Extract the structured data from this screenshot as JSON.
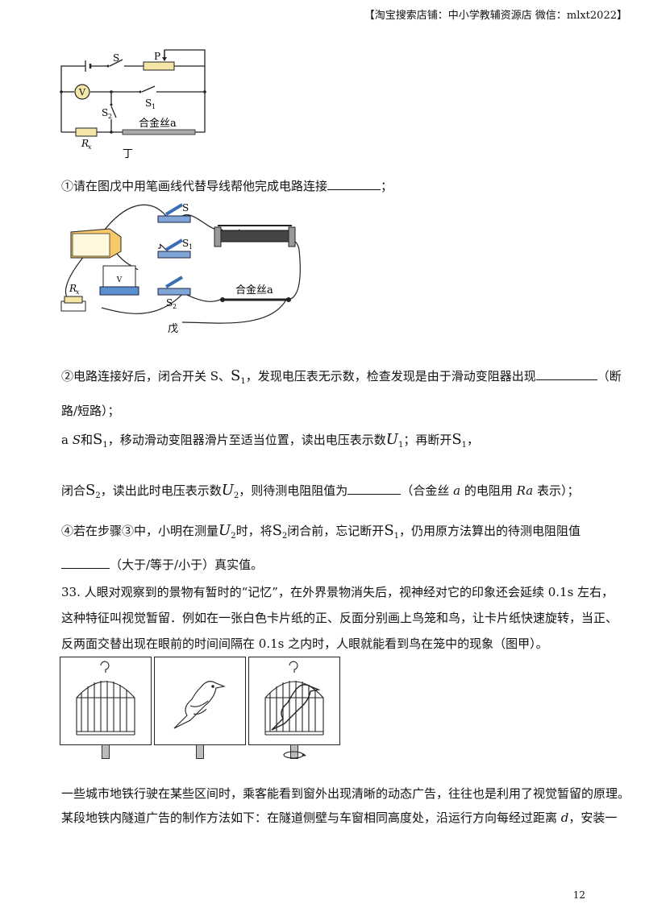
{
  "header": "【淘宝搜索店铺：中小学教辅资源店  微信：mlxt2022】",
  "fig_ding": {
    "label": "丁",
    "S": "S",
    "P": "P",
    "V": "V",
    "S1": "S",
    "S1sub": "1",
    "S2": "S",
    "S2sub": "2",
    "Rx": "R",
    "Rxsub": "x",
    "alloy": "合金丝a"
  },
  "q1": {
    "text": "①请在图戊中用笔画线代替导线帮他完成电路连接",
    "end": "；"
  },
  "fig_wu": {
    "label": "戊",
    "S": "S",
    "S1": "S",
    "S1sub": "1",
    "S2": "S",
    "S2sub": "2",
    "Rx": "R",
    "Rxsub": "x",
    "alloy": "合金丝a",
    "V": "V"
  },
  "q2": {
    "a": "②电路连接好后，闭合开关 S、",
    "s": "S",
    "ssub": "1",
    "b": "，发现电压表无示数，检查发现是由于滑动变阻器出现",
    "c": "（断",
    "line2": "路/短路）；"
  },
  "q3": {
    "a": "a",
    "S": "S",
    "and": "和",
    "s1": "S",
    "s1sub": "1",
    "b": "，移动滑动变阻器滑片至适当位置，读出电压表示数",
    "U1": "U",
    "U1sub": "1",
    "c": "；再断开",
    "s1b": "S",
    "s1bsub": "1",
    "d": "，",
    "e": "闭合",
    "s2": "S",
    "s2sub": "2",
    "f": "，读出此时电压表示数",
    "U2": "U",
    "U2sub": "2",
    "g": "，则待测电阻阻值为",
    "h": "（合金丝",
    "i": "的电阻用",
    "Ra": "Ra",
    "j": "表示）；"
  },
  "q4": {
    "a": "④若在步骤③中，小明在测量",
    "U2": "U",
    "U2sub": "2",
    "b": "时，将",
    "s2": "S",
    "s2sub": "2",
    "c": "闭合前，忘记断开",
    "s1": "S",
    "s1sub": "1",
    "d": "，仍用原方法算出的待测电阻阻值",
    "e": "（大于/等于/小于）真实值。"
  },
  "q33": {
    "l1": "33. 人眼对观察到的景物有暂时的“记忆”，在外界景物消失后，视神经对它的印象还会延续 0.1s 左右，",
    "l2": "这种特征叫视觉暂留．例如在一张白色卡片纸的正、反面分别画上鸟笼和鸟，让卡片纸快速旋转，当正、",
    "l3": "反两面交替出现在眼前的时间间隔在 0.1s 之内时，人眼就能看到鸟在笼中的现象（图甲）。",
    "l4": "一些城市地铁行驶在某些区间时，乘客能看到窗外出现清晰的动态广告，往往也是利用了视觉暂留的原理。",
    "l5a": "某段地铁内隧道广告的制作方法如下：在隧道侧壁与车窗相同高度处，沿运行方向每经过距离",
    "l5d": "d",
    "l5b": "，安装一"
  },
  "page_number": "12"
}
